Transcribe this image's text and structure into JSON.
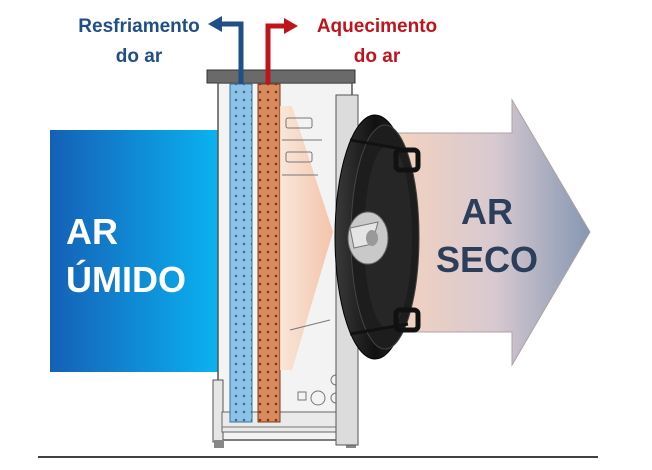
{
  "labels": {
    "cooling": [
      "Resfriamento",
      "do ar"
    ],
    "heating": [
      "Aquecimento",
      "do ar"
    ],
    "humid_air": [
      "AR",
      "ÚMIDO"
    ],
    "dry_air": [
      "AR",
      "SECO"
    ]
  },
  "colors": {
    "cooling": "#1f4f86",
    "heating": "#c0141c",
    "humid_air_dark": "#1560b6",
    "humid_air_light": "#0ab4f2",
    "dry_air_light": "#f8d4bd",
    "dry_air_dark": "#8597b2"
  }
}
